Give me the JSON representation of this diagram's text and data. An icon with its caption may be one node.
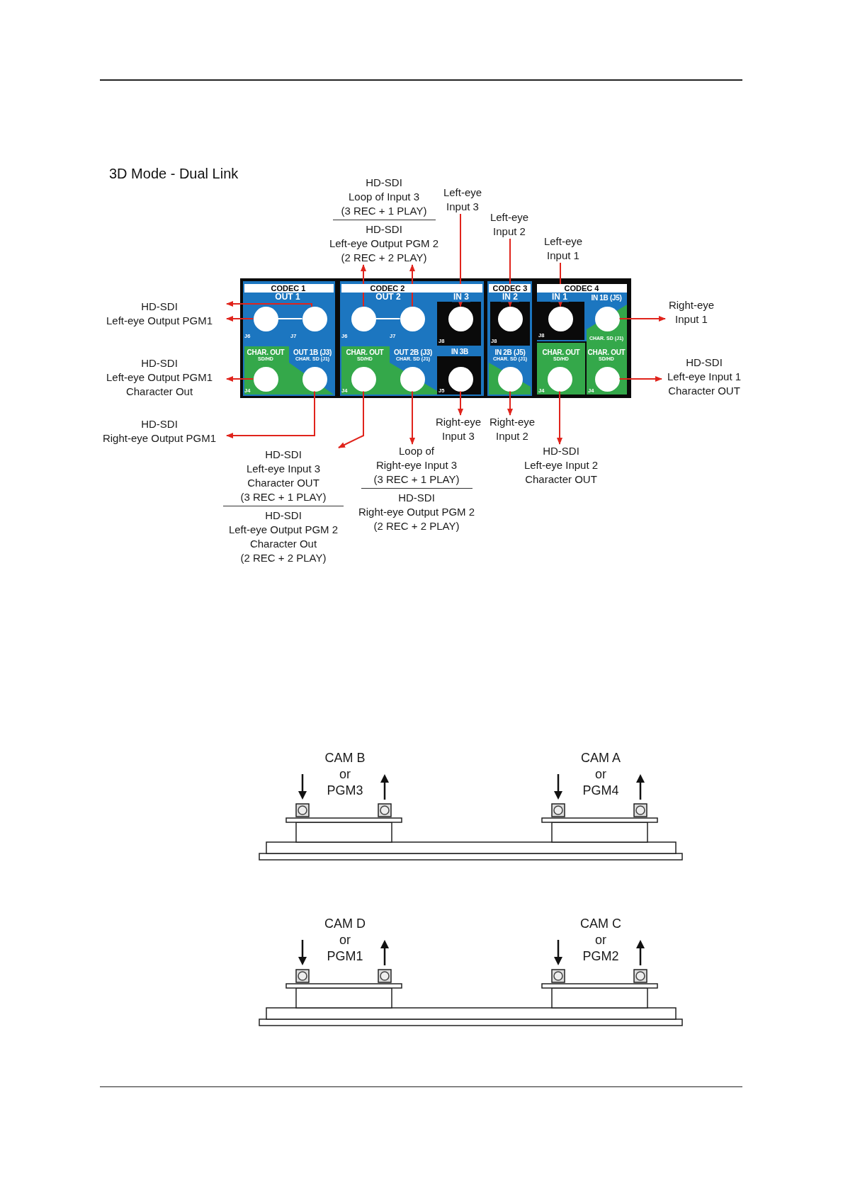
{
  "diagram": {
    "title": "3D Mode - Dual Link",
    "nodes": [
      {
        "text": [],
        "shape": "box"
      },
      {
        "text": [
          "CODEC 1",
          "OUT 1",
          "J6",
          "J7",
          "CHAR. OUT",
          "SD/HD",
          "OUT 1B (J3)",
          "CHAR. SD (J1)",
          "J4"
        ],
        "in": 0
      },
      {
        "text": [
          "CODEC 2",
          "OUT 2",
          "IN 3",
          "J6",
          "J7",
          "J8",
          "CHAR. OUT",
          "SD/HD",
          "OUT 2B (J3)",
          "CHAR. SD (J1)",
          "IN 3B",
          "J4",
          "J5"
        ],
        "in": 0
      },
      {
        "text": [
          "CODEC 3",
          "IN 2",
          "J8",
          "IN 2B (J5)",
          "CHAR. SD (J1)"
        ],
        "in": 0
      },
      {
        "text": [
          "CODEC 4",
          "IN 1",
          "IN 1B (J5)",
          "J8",
          "CHAR. SD (J1)",
          "CHAR. OUT",
          "SD/HD",
          "CHAR. OUT",
          "SD/HD",
          "J4",
          "J4"
        ],
        "in": 0
      },
      {
        "text": [],
        "shape": "circle",
        "in": 1
      },
      {
        "text": [],
        "shape": "circle",
        "in": 1
      },
      {
        "text": [],
        "shape": "circle",
        "in": 1
      },
      {
        "text": [],
        "shape": "circle",
        "in": 1
      },
      {
        "text": [],
        "shape": "circle",
        "in": 2
      },
      {
        "text": [],
        "shape": "circle",
        "in": 2
      },
      {
        "text": [],
        "shape": "circle",
        "in": 2
      },
      {
        "text": [],
        "shape": "circle",
        "in": 2
      },
      {
        "text": [],
        "shape": "circle",
        "in": 2
      },
      {
        "text": [],
        "shape": "circle",
        "in": 2
      },
      {
        "text": [],
        "shape": "circle",
        "in": 3
      },
      {
        "text": [],
        "shape": "circle",
        "in": 3
      },
      {
        "text": [],
        "shape": "circle",
        "in": 4
      },
      {
        "text": [],
        "shape": "circle",
        "in": 4
      },
      {
        "text": [],
        "shape": "circle",
        "in": 4
      },
      {
        "text": [],
        "shape": "circle",
        "in": 4
      },
      {
        "text": [
          "HD-SDI",
          "Loop of Input 3",
          "(3 REC + 1 PLAY)",
          "HD-SDI",
          "Left-eye Output PGM 2",
          "(2 REC + 2 PLAY)"
        ]
      },
      {
        "text": [
          "Left-eye Input 3"
        ]
      },
      {
        "text": [
          "Left-eye Input 2"
        ]
      },
      {
        "text": [
          "Left-eye Input 1"
        ]
      },
      {
        "text": [
          "HD-SDI",
          "Left-eye Output PGM1"
        ]
      },
      {
        "text": [
          "Right-eye Input 1"
        ]
      },
      {
        "text": [
          "HD-SDI",
          "Left-eye Output PGM1",
          "Character Out"
        ]
      },
      {
        "text": [
          "HD-SDI",
          "Left-eye Input 1",
          "Character OUT"
        ]
      },
      {
        "text": [
          "HD-SDI",
          "Right-eye Output PGM1"
        ]
      },
      {
        "text": [
          "Right-eye Input 3"
        ]
      },
      {
        "text": [
          "Right-eye Input 2"
        ]
      },
      {
        "text": [
          "HD-SDI",
          "Left-eye Input 2",
          "Character OUT"
        ]
      },
      {
        "text": [
          "Loop of",
          "Right-eye Input 3",
          "(3 REC + 1 PLAY)",
          "HD-SDI",
          "Right-eye Output PGM 2",
          "(2 REC + 2 PLAY)"
        ]
      },
      {
        "text": [
          "HD-SDI",
          "Left-eye Input 3",
          "Character OUT",
          "(3 REC + 1 PLAY)",
          "HD-SDI",
          "Left-eye Output PGM 2",
          "Character Out",
          "(2 REC + 2 PLAY)"
        ]
      }
    ],
    "edges": [
      {
        "from": 6,
        "to": 25,
        "arrow": "to"
      },
      {
        "from": 5,
        "to": 25,
        "arrow": "to"
      },
      {
        "from": 7,
        "to": 27,
        "arrow": "to"
      },
      {
        "from": 8,
        "to": 29,
        "arrow": "to"
      },
      {
        "from": 9,
        "to": 21,
        "arrow": "to"
      },
      {
        "from": 10,
        "to": 21,
        "arrow": "to"
      },
      {
        "from": 22,
        "to": 11,
        "arrow": "to"
      },
      {
        "from": 23,
        "to": 15,
        "arrow": "to"
      },
      {
        "from": 24,
        "to": 17,
        "arrow": "to"
      },
      {
        "from": 18,
        "to": 26,
        "arrow": "to"
      },
      {
        "from": 20,
        "to": 28,
        "arrow": "to"
      },
      {
        "from": 12,
        "to": 34,
        "arrow": "to"
      },
      {
        "from": 13,
        "to": 33,
        "arrow": "to"
      },
      {
        "from": 14,
        "to": 30,
        "arrow": "to"
      },
      {
        "from": 16,
        "to": 31,
        "arrow": "to"
      },
      {
        "from": 19,
        "to": 32,
        "arrow": "to"
      },
      {
        "from": 5,
        "to": 6,
        "arrow": "none",
        "color": "#ffffff"
      },
      {
        "from": 9,
        "to": 10,
        "arrow": "none",
        "color": "#ffffff"
      }
    ],
    "labels": [
      "CAM B or PGM3",
      "CAM A or PGM4",
      "CAM D or PGM1",
      "CAM C or PGM2"
    ]
  }
}
